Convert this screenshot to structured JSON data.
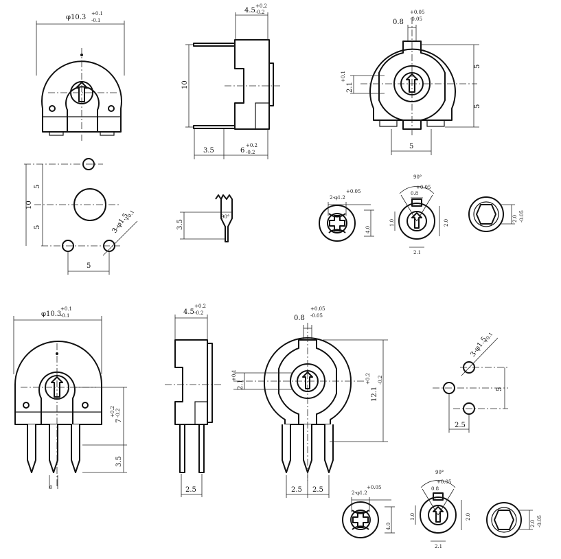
{
  "drawing": {
    "dims": {
      "dia_103": "φ10.3",
      "tol_p01": "+0.1",
      "tol_m01": "-0.1",
      "w_45": "4.5",
      "tol_p02": "+0.2",
      "tol_m02": "-0.2",
      "h_10": "10",
      "d_35": "3.5",
      "d_6": "6",
      "s_08": "0.8",
      "tol_p005": "+0.05",
      "tol_m005": "-0.05",
      "s_21": "2.1",
      "tol_p01b": "+0.1",
      "tol_0": "0",
      "d_5": "5",
      "hole_15": "3-φ1.5",
      "h_121": "12.1",
      "d_7": "7",
      "d_25": "2.5",
      "d_10s": "1.0",
      "angle_90": "90°",
      "hex_12": "2-φ1.2",
      "d_20": "2.0",
      "d_40": "4.0"
    }
  }
}
